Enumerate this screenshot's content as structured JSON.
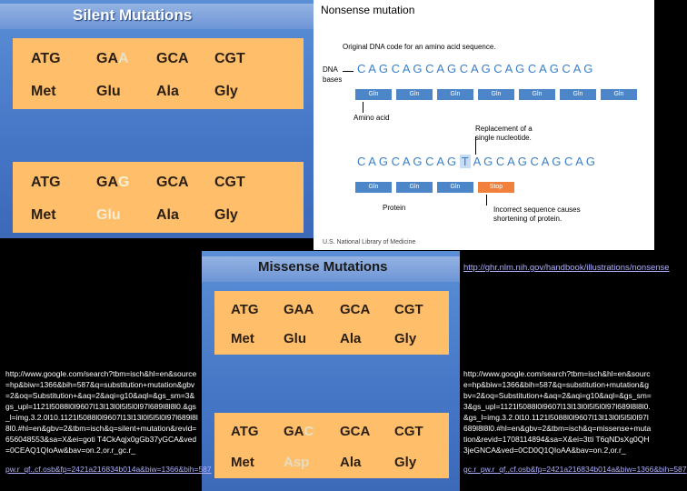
{
  "silent": {
    "title": "Silent Mutations",
    "table1": {
      "codons": [
        "ATG",
        "GAA",
        "GCA",
        "CGT"
      ],
      "aminos": [
        "Met",
        "Glu",
        "Ala",
        "Gly"
      ],
      "codon2_prefix": "GA",
      "codon2_mut": "A"
    },
    "table2": {
      "codons": [
        "ATG",
        "GAG",
        "GCA",
        "CGT"
      ],
      "aminos": [
        "Met",
        "Glu",
        "Ala",
        "Gly"
      ],
      "codon2_prefix": "GA",
      "codon2_mut": "G"
    }
  },
  "nonsense": {
    "title": "Nonsense mutation",
    "original_label": "Original DNA code for an amino acid sequence.",
    "dna_label": "DNA",
    "bases_label": "bases",
    "dna_original": "C A G C A G C A G C A G C A G C A G C A G",
    "amino_label": "Amino acid",
    "replacement_label": "Replacement of a",
    "single_label": "single nucleotide.",
    "dna_mut_prefix": "C A G C A G C A G",
    "dna_mut_base": "T",
    "dna_mut_suffix": "A G C A G C A G C A G",
    "protein_label": "Protein",
    "incorrect_label": "Incorrect sequence causes",
    "shortening_label": "shortening of protein.",
    "row1": [
      "Gln",
      "Gln",
      "Gln",
      "Gln",
      "Gln",
      "Gln",
      "Gln"
    ],
    "row2": [
      "Gln",
      "Gln",
      "Gln",
      "Stop"
    ],
    "credit": "U.S. National Library of Medicine",
    "link_color": "#b0b0ff"
  },
  "missense": {
    "title": "Missense Mutations",
    "table1": {
      "codons": [
        "ATG",
        "GAA",
        "GCA",
        "CGT"
      ],
      "aminos": [
        "Met",
        "Glu",
        "Ala",
        "Gly"
      ]
    },
    "table2": {
      "codons": [
        "ATG",
        "GAC",
        "GCA",
        "CGT"
      ],
      "aminos": [
        "Met",
        "Asp",
        "Ala",
        "Gly"
      ],
      "codon2_prefix": "GA",
      "codon2_mut": "C"
    }
  },
  "links": {
    "ghr": "http://ghr.nlm.nih.gov/handbook/illustrations/nonsense",
    "left_url": "http://www.google.com/search?tbm=isch&hl=en&source=hp&biw=1366&bih=587&q=substitution+mutation&gbv=2&oq=Substitution+&aq=2&aqi=g10&aql=&gs_sm=3&gs_upl=1121l5088l0l9607l13l13l0l5l5l0l97l689l8l8l0.&gs_l=img.3.2.0l10.1121l5088l0l9607l13l13l0l5l5l0l97l689l8l8l0.#hl=en&gbv=2&tbm=isch&q=silent+mutation&revid=656048553&sa=X&ei=goti T4CkAqjx0gGb37yGCA&ved=0CEAQ1QIoAw&bav=on.2,or.r_gc.r_",
    "left_link": "pw.r_qf.,cf.osb&fp=2421a216834b014a&biw=1366&bih=587",
    "right_url": "http://www.google.com/search?tbm=isch&hl=en&source=hp&biw=1366&bih=587&q=substitution+mutation&gbv=2&oq=Substitution+&aq=2&aqi=g10&aql=&gs_sm=3&gs_upl=1121l5088l0l9607l13l13l0l5l5l0l97l689l8l8l0.&gs_l=img.3.2.0l10.1121l5088l0l9607l13l13l0l5l5l0l97l689l8l8l0.#hl=en&gbv=2&tbm=isch&q=missense+mutation&revid=1708114894&sa=X&ei=3tti T6qNDsXg0QH3jeGNCA&ved=0CD0Q1QIoAA&bav=on.2,or.r_",
    "right_link": "gc.r_pw.r_qf.,cf.osb&fp=2421a216834b014a&biw=1366&bih=587"
  }
}
